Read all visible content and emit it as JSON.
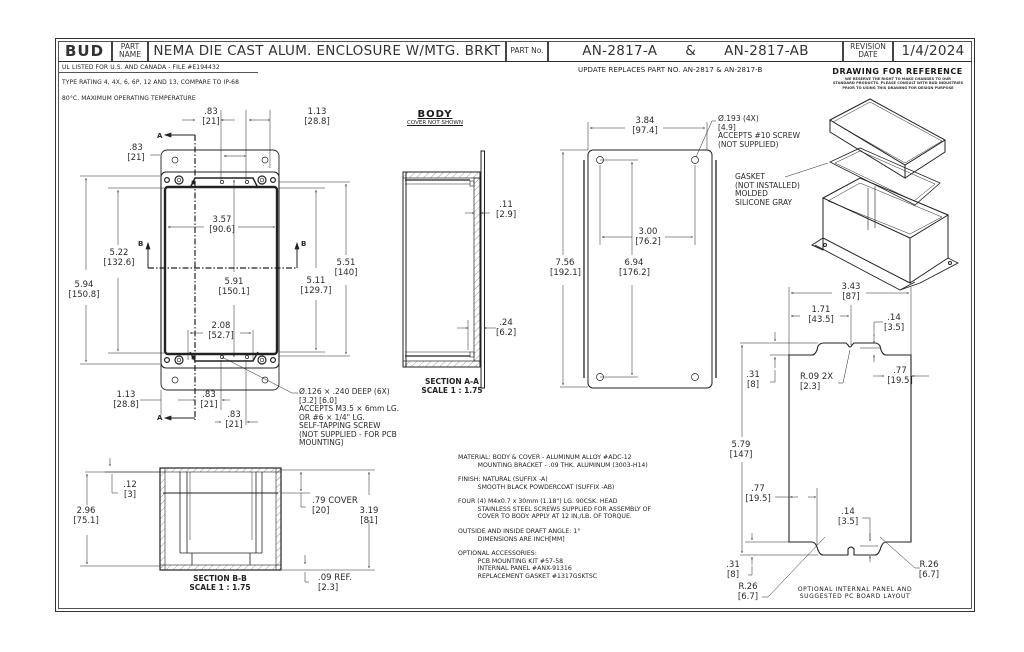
{
  "title_block": {
    "logo": "BUD",
    "part_name_label": "PART NAME",
    "part_name": "NEMA DIE CAST ALUM. ENCLOSURE W/MTG. BRKT",
    "part_no_label": "PART No.",
    "part_no_1": "AN-2817-A",
    "part_no_amp": "&",
    "part_no_2": "AN-2817-AB",
    "revision_label": "REVISION DATE",
    "revision_date": "1/4/2024",
    "update_note": "UPDATE REPLACES PART NO. AN-2817 & AN-2817-B"
  },
  "header_notes": [
    "UL LISTED FOR U.S. AND CANADA - FILE #E194432",
    "TYPE RATING 4, 4X, 6, 6P, 12 AND 13, COMPARE TO IP-68",
    "80°C. MAXIMUM OPERATING TEMPERATURE"
  ],
  "reference": {
    "title": "DRAWING FOR REFERENCE",
    "fine_print": [
      "WE RESERVE THE RIGHT TO MAKE CHANGES TO OUR",
      "STANDARD PRODUCTS. PLEASE CONSULT WITH BUD INDUSTRIES",
      "PRIOR TO USING THIS DRAWING FOR DESIGN PURPOSE"
    ]
  },
  "top_view": {
    "dims": {
      "d083_top": ".83",
      "d083_top_mm": "[21]",
      "d113_top": "1.13",
      "d113_top_mm": "[28.8]",
      "d083_left": ".83",
      "d083_left_mm": "[21]",
      "d357": "3.57",
      "d357_mm": "[90.6]",
      "d522": "5.22",
      "d522_mm": "[132.6]",
      "d594": "5.94",
      "d594_mm": "[150.8]",
      "d591": "5.91",
      "d591_mm": "[150.1]",
      "d511": "5.11",
      "d511_mm": "[129.7]",
      "d551": "5.51",
      "d551_mm": "[140]",
      "d208": "2.08",
      "d208_mm": "[52.7]",
      "d113_bot": "1.13",
      "d113_bot_mm": "[28.8]",
      "d083_bot1": ".83",
      "d083_bot1_mm": "[21]",
      "d083_bot2": ".83",
      "d083_bot2_mm": "[21]"
    },
    "section_marks": {
      "a_top": "A",
      "a_bot": "A",
      "b_left": "B",
      "b_right": "B"
    },
    "hole_note": [
      "Ø.126 × .240 DEEP (6X)",
      "[3.2]      [6.0]",
      "ACCEPTS M3.5 × 6mm LG.",
      "OR #6 × 1/4\" LG.",
      "SELF-TAPPING SCREW",
      "(NOT SUPPLIED - FOR PCB",
      "MOUNTING)"
    ]
  },
  "section_aa": {
    "heading": "BODY",
    "subheading": "COVER NOT SHOWN",
    "d011": ".11",
    "d011_mm": "[2.9]",
    "d024": ".24",
    "d024_mm": "[6.2]",
    "caption_1": "SECTION A-A",
    "caption_2": "SCALE 1 : 1.75"
  },
  "bracket_view": {
    "d384": "3.84",
    "d384_mm": "[97.4]",
    "d300": "3.00",
    "d300_mm": "[76.2]",
    "d756": "7.56",
    "d756_mm": "[192.1]",
    "d694": "6.94",
    "d694_mm": "[176.2]",
    "hole_note": [
      "Ø.193 (4X)",
      "[4.9]",
      "ACCEPTS #10 SCREW",
      "(NOT SUPPLIED)"
    ],
    "gasket_note": [
      "GASKET",
      "(NOT INSTALLED)",
      "MOLDED",
      "SILICONE GRAY"
    ]
  },
  "section_bb": {
    "d012": ".12",
    "d012_mm": "[3]",
    "d296": "2.96",
    "d296_mm": "[75.1]",
    "d079": ".79  COVER",
    "d079_mm": "[20]",
    "d319": "3.19",
    "d319_mm": "[81]",
    "d009": ".09  REF.",
    "d009_mm": "[2.3]",
    "caption_1": "SECTION B-B",
    "caption_2": "SCALE 1 : 1.75"
  },
  "specs": {
    "material": "MATERIAL: BODY & COVER - ALUMINUM ALLOY #ADC-12\n          MOUNTING BRACKET - .09 THK. ALUMINUM (3003-H14)",
    "finish": "FINISH: NATURAL (SUFFIX -A)\n          SMOOTH BLACK POWDERCOAT (SUFFIX -AB)",
    "screws": "FOUR (4) M4x0.7 x 30mm (1.18\") LG. 90CSK. HEAD\n          STAINLESS STEEL SCREWS SUPPLIED FOR ASSEMBLY OF\n          COVER TO BODY. APPLY AT 12 IN./LB. OF TORQUE.",
    "draft": "OUTSIDE AND INSIDE DRAFT ANGLE: 1°\n          DIMENSIONS ARE INCH[MM]",
    "accessories": "OPTIONAL ACCESSORIES:\n          PCB MOUNTING KIT #57-58\n          INTERNAL PANEL #ANX-91316\n          REPLACEMENT GASKET #1317GSKTSC"
  },
  "panel_view": {
    "d343": "3.43",
    "d343_mm": "[87]",
    "d171": "1.71",
    "d171_mm": "[43.5]",
    "d014_top": ".14",
    "d014_top_mm": "[3.5]",
    "d031_top": ".31",
    "d031_top_mm": "[8]",
    "r009": "R.09 2X",
    "r009_mm": "[2.3]",
    "d077_top": ".77",
    "d077_top_mm": "[19.5]",
    "d579": "5.79",
    "d579_mm": "[147]",
    "d077_bot": ".77",
    "d077_bot_mm": "[19.5]",
    "d014_bot": ".14",
    "d014_bot_mm": "[3.5]",
    "d031_bot": ".31",
    "d031_bot_mm": "[8]",
    "r026_left": "R.26",
    "r026_left_mm": "[6.7]",
    "r026_right": "R.26",
    "r026_right_mm": "[6.7]",
    "caption_1": "OPTIONAL INTERNAL PANEL AND",
    "caption_2": "SUGGESTED PC BOARD LAYOUT"
  },
  "colors": {
    "line": "#222222",
    "paper": "#ffffff",
    "text": "#2a2a2a"
  }
}
